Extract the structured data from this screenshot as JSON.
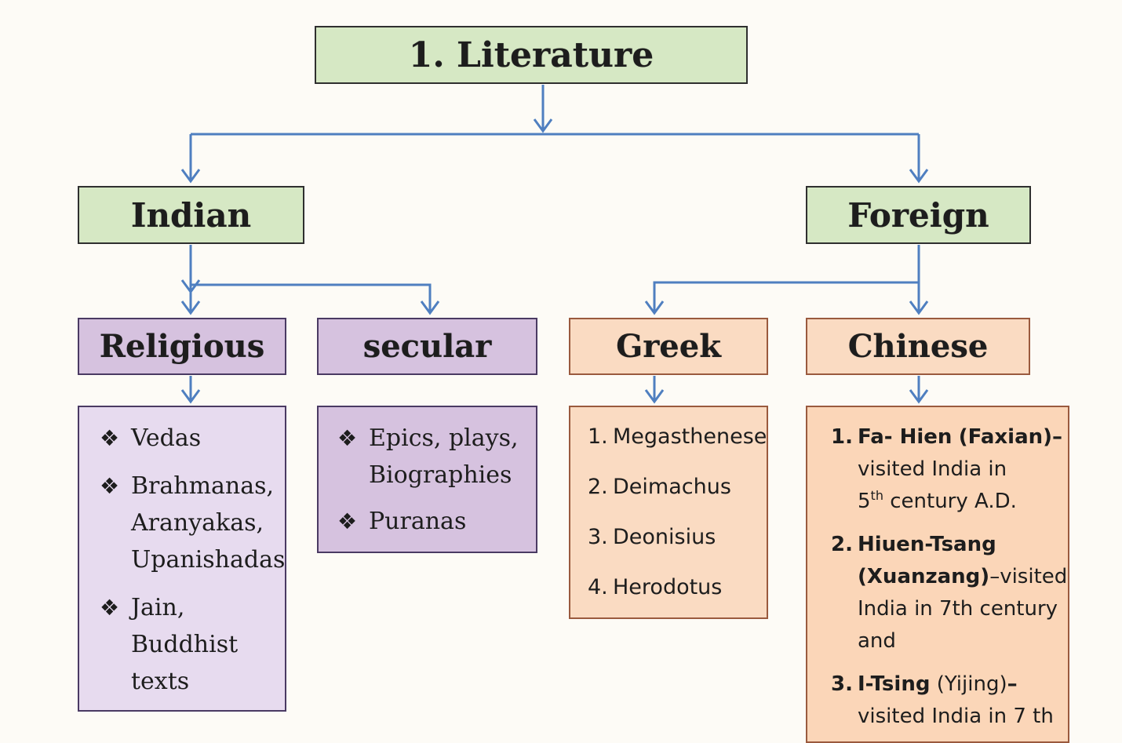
{
  "root": {
    "label": "1. Literature"
  },
  "branches": {
    "indian": {
      "label": "Indian"
    },
    "foreign": {
      "label": "Foreign"
    }
  },
  "categories": {
    "religious": {
      "label": "Religious",
      "bullet_icon": "four-diamond-bullet-icon",
      "items": [
        {
          "lines": [
            "Vedas"
          ]
        },
        {
          "lines": [
            "Brahmanas,",
            "Aranyakas,",
            "Upanishadas"
          ]
        },
        {
          "lines": [
            "Jain,",
            "Buddhist",
            "texts"
          ]
        }
      ]
    },
    "secular": {
      "label": "secular",
      "bullet_icon": "four-diamond-bullet-icon",
      "items": [
        {
          "lines": [
            "Epics, plays,",
            "Biographies"
          ]
        },
        {
          "lines": [
            "Puranas"
          ]
        }
      ]
    },
    "greek": {
      "label": "Greek",
      "items": [
        {
          "num": "1.",
          "text": "Megasthenese"
        },
        {
          "num": "2.",
          "text": "Deimachus"
        },
        {
          "num": "3.",
          "text": "Deonisius"
        },
        {
          "num": "4.",
          "text": "Herodotus"
        }
      ]
    },
    "chinese": {
      "label": "Chinese",
      "items": [
        {
          "num": "1.",
          "name": "Fa- Hien",
          "alt": "(Faxian)",
          "sep": "–",
          "desc_lines": [
            "visited India in"
          ],
          "century_num": "5",
          "century_sup": "th",
          "century_rest": " century A.D."
        },
        {
          "num": "2.",
          "name": "Hiuen-Tsang",
          "alt": "(Xuanzang)",
          "sep": "–visited",
          "desc_lines": [
            "India in 7th century",
            "and"
          ]
        },
        {
          "num": "3.",
          "name": "I-Tsing",
          "alt": "(Yijing)",
          "sep": "–",
          "desc_lines": [
            "visited India in 7 th"
          ]
        }
      ]
    }
  },
  "colors": {
    "connector": "#4f7fc0",
    "green_fill": "#d6e8c4",
    "purple_fill": "#d6c2df",
    "purple_light_fill": "#e7dbef",
    "orange_fill": "#fadbc2"
  }
}
